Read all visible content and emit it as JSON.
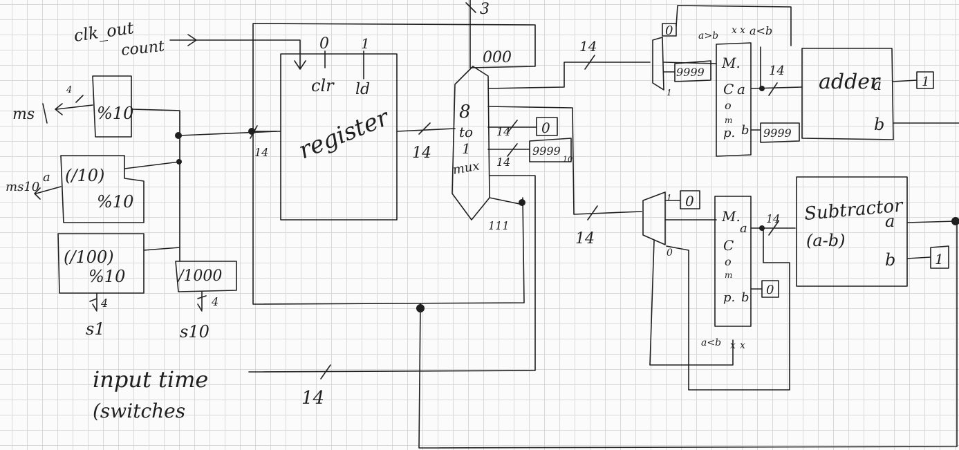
{
  "clock": {
    "line1": "clk_out",
    "line2": "count"
  },
  "register": {
    "label": "register",
    "clr": "clr",
    "ld": "ld",
    "clr_value": "0",
    "ld_value": "1"
  },
  "mux8": {
    "line1": "8",
    "line2": "to",
    "line3": "1",
    "line4": "mux",
    "sel_width": "3",
    "top_code": "000",
    "bottom_code": "111",
    "const_zero": "0",
    "const_9999": "9999",
    "const_9999_sub": "10"
  },
  "input": {
    "line1": "input time",
    "line2": "(switches",
    "width": "14"
  },
  "dividers": {
    "d1": "%10",
    "d2a": "(/10)",
    "d2b": "%10",
    "d3a": "(/100)",
    "d3b": "%10",
    "d4": "/1000",
    "out_ms": "ms",
    "out_ms_width": "4",
    "out_ms10": "ms10",
    "out_ms10_suffix": "a",
    "out_s1": "s1",
    "out_s1_width": "4",
    "out_s10": "s10",
    "out_s10_width": "4"
  },
  "widths": {
    "reg_in": "14",
    "reg_out": "14",
    "mux_in1": "14",
    "mux_in2": "14",
    "top_bus": "14",
    "mid_bus": "14",
    "adder_in": "14",
    "sub_in": "14"
  },
  "top_path": {
    "mux_in0": "0",
    "mux_in1": "1",
    "const": "9999",
    "comp_label": [
      "M.",
      "C",
      "o",
      "m",
      "p."
    ],
    "comp_a": "a",
    "comp_b": "b",
    "comp_const": "9999",
    "flag_ab": "a>b",
    "flag_eq": "x",
    "flag_lt": "x",
    "flag_acb": "a<b",
    "adder": "adder",
    "adder_a": "a",
    "adder_b": "b",
    "adder_const": "1"
  },
  "bottom_path": {
    "mux_in1": "1",
    "mux_in0": "0",
    "const": "0",
    "comp_label": [
      "M.",
      "C",
      "o",
      "m",
      "p."
    ],
    "comp_a": "a",
    "comp_b": "b",
    "comp_const": "0",
    "flag_ab": "a<b",
    "flag_eq": "x",
    "flag_lt": "x",
    "sub1": "Subtractor",
    "sub2": "(a-b)",
    "sub_a": "a",
    "sub_b": "b",
    "sub_const": "1"
  }
}
